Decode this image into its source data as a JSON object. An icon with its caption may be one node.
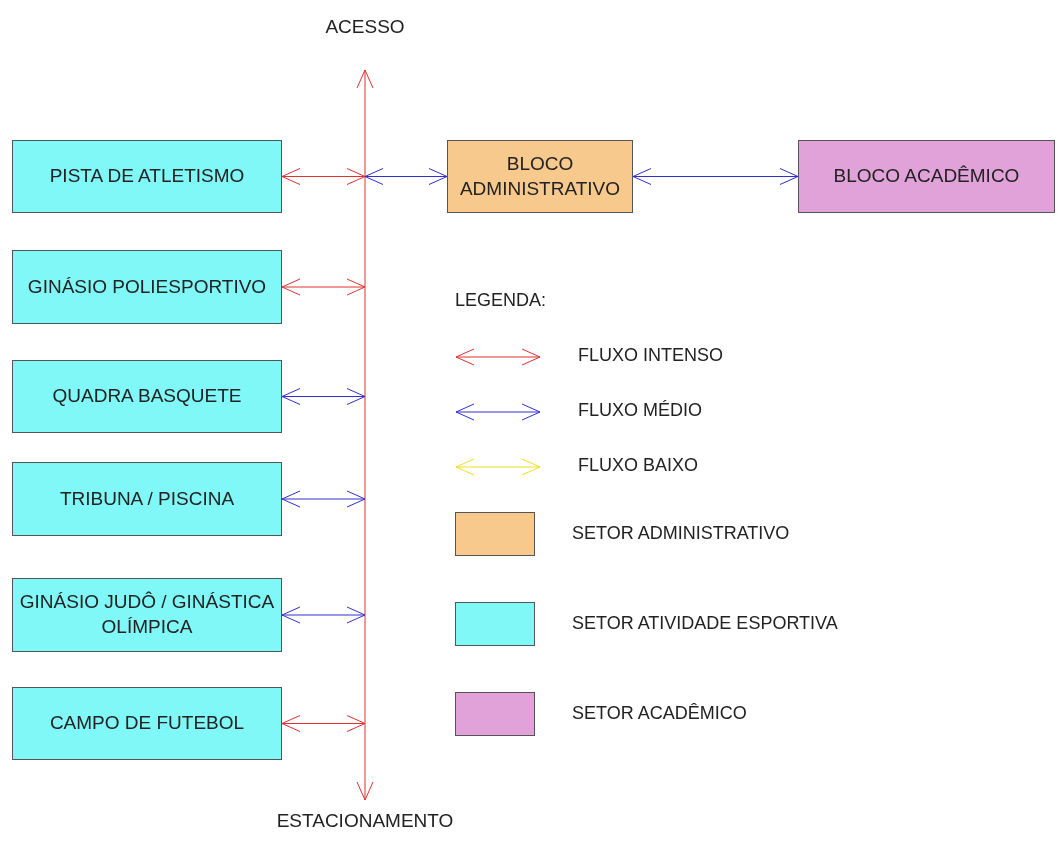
{
  "diagram": {
    "nodes": [
      {
        "text": [
          "ACESSO"
        ]
      },
      {
        "text": [
          "ESTACIONAMENTO"
        ]
      },
      {
        "text": [
          "PISTA DE ATLETISMO"
        ]
      },
      {
        "text": [
          "BLOCO ADMINISTRATIVO"
        ]
      },
      {
        "text": [
          "BLOCO ACADÊMICO"
        ]
      },
      {
        "text": [
          "GINÁSIO POLIESPORTIVO"
        ]
      },
      {
        "text": [
          "QUADRA BASQUETE"
        ]
      },
      {
        "text": [
          "TRIBUNA / PISCINA"
        ]
      },
      {
        "text": [
          "GINÁSIO JUDÔ / GINÁSTICA OLÍMPICA"
        ]
      },
      {
        "text": [
          "CAMPO DE FUTEBOL"
        ]
      }
    ],
    "edges": [
      {
        "from": 0,
        "to": 1,
        "arrow": "both",
        "color": "#e03030"
      },
      {
        "from": null,
        "to": 2,
        "arrow": "both",
        "color": "#e03030"
      },
      {
        "from": null,
        "to": 3,
        "arrow": "both"
      },
      {
        "from": 3,
        "to": 4,
        "arrow": "both"
      },
      {
        "from": null,
        "to": 5,
        "arrow": "both",
        "color": "#e03030"
      },
      {
        "from": null,
        "to": 6,
        "arrow": "both"
      },
      {
        "from": null,
        "to": 7,
        "arrow": "both"
      },
      {
        "from": null,
        "to": 8,
        "arrow": "both"
      },
      {
        "from": null,
        "to": 9,
        "arrow": "both",
        "color": "#e03030"
      }
    ],
    "labels": [
      "LEGENDA:"
    ],
    "legend": [
      {
        "text": "FLUXO INTENSO"
      },
      {
        "text": "FLUXO MÉDIO"
      },
      {
        "text": "FLUXO BAIXO"
      },
      {
        "text": "SETOR ADMINISTRATIVO",
        "color": "#f7c98c"
      },
      {
        "text": "SETOR ATIVIDADE ESPORTIVA",
        "color": "#80f8f8"
      },
      {
        "text": "SETOR ACADÊMICO",
        "color": "#e0a2d8"
      }
    ]
  }
}
